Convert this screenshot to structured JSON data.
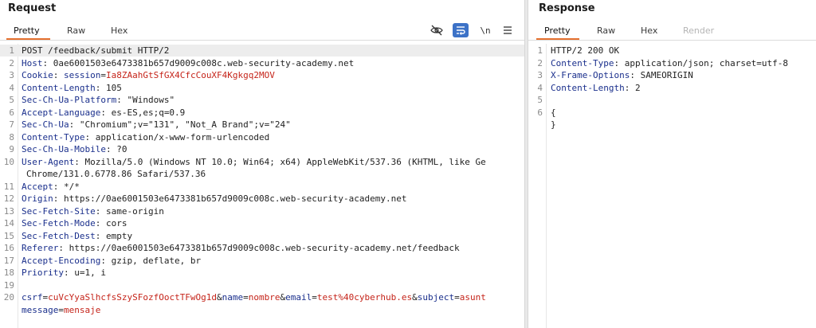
{
  "request": {
    "title": "Request",
    "tabs": [
      "Pretty",
      "Raw",
      "Hex"
    ],
    "active_tab": "Pretty",
    "toolbar": {
      "eye_icon": "eye-slash-icon",
      "wrap_icon": "word-wrap-icon",
      "newline_label": "\\n",
      "menu_icon": "hamburger-menu-icon"
    },
    "lines": [
      {
        "n": "1",
        "parts": [
          {
            "t": "POST /feedback/submit HTTP/2",
            "c": "v"
          }
        ]
      },
      {
        "n": "2",
        "parts": [
          {
            "t": "Host",
            "c": "k"
          },
          {
            "t": ": 0ae6001503e6473381b657d9009c008c.web-security-academy.net",
            "c": "v"
          }
        ]
      },
      {
        "n": "3",
        "parts": [
          {
            "t": "Cookie",
            "c": "k"
          },
          {
            "t": ": ",
            "c": "v"
          },
          {
            "t": "session",
            "c": "k"
          },
          {
            "t": "=",
            "c": "v"
          },
          {
            "t": "Ia8ZAahGtSfGX4CfcCouXF4Kgkgq2MOV",
            "c": "r"
          }
        ]
      },
      {
        "n": "4",
        "parts": [
          {
            "t": "Content-Length",
            "c": "k"
          },
          {
            "t": ": 105",
            "c": "v"
          }
        ]
      },
      {
        "n": "5",
        "parts": [
          {
            "t": "Sec-Ch-Ua-Platform",
            "c": "k"
          },
          {
            "t": ": \"Windows\"",
            "c": "v"
          }
        ]
      },
      {
        "n": "6",
        "parts": [
          {
            "t": "Accept-Language",
            "c": "k"
          },
          {
            "t": ": es-ES,es;q=0.9",
            "c": "v"
          }
        ]
      },
      {
        "n": "7",
        "parts": [
          {
            "t": "Sec-Ch-Ua",
            "c": "k"
          },
          {
            "t": ": \"Chromium\";v=\"131\", \"Not_A Brand\";v=\"24\"",
            "c": "v"
          }
        ]
      },
      {
        "n": "8",
        "parts": [
          {
            "t": "Content-Type",
            "c": "k"
          },
          {
            "t": ": application/x-www-form-urlencoded",
            "c": "v"
          }
        ]
      },
      {
        "n": "9",
        "parts": [
          {
            "t": "Sec-Ch-Ua-Mobile",
            "c": "k"
          },
          {
            "t": ": ?0",
            "c": "v"
          }
        ]
      },
      {
        "n": "10",
        "parts": [
          {
            "t": "User-Agent",
            "c": "k"
          },
          {
            "t": ": Mozilla/5.0 (Windows NT 10.0; Win64; x64) AppleWebKit/537.36 (KHTML, like Ge",
            "c": "v"
          }
        ]
      },
      {
        "n": "",
        "wrap": true,
        "parts": [
          {
            "t": "Chrome/131.0.6778.86 Safari/537.36",
            "c": "v"
          }
        ]
      },
      {
        "n": "11",
        "parts": [
          {
            "t": "Accept",
            "c": "k"
          },
          {
            "t": ": */*",
            "c": "v"
          }
        ]
      },
      {
        "n": "12",
        "parts": [
          {
            "t": "Origin",
            "c": "k"
          },
          {
            "t": ": https://0ae6001503e6473381b657d9009c008c.web-security-academy.net",
            "c": "v"
          }
        ]
      },
      {
        "n": "13",
        "parts": [
          {
            "t": "Sec-Fetch-Site",
            "c": "k"
          },
          {
            "t": ": same-origin",
            "c": "v"
          }
        ]
      },
      {
        "n": "14",
        "parts": [
          {
            "t": "Sec-Fetch-Mode",
            "c": "k"
          },
          {
            "t": ": cors",
            "c": "v"
          }
        ]
      },
      {
        "n": "15",
        "parts": [
          {
            "t": "Sec-Fetch-Dest",
            "c": "k"
          },
          {
            "t": ": empty",
            "c": "v"
          }
        ]
      },
      {
        "n": "16",
        "parts": [
          {
            "t": "Referer",
            "c": "k"
          },
          {
            "t": ": https://0ae6001503e6473381b657d9009c008c.web-security-academy.net/feedback",
            "c": "v"
          }
        ]
      },
      {
        "n": "17",
        "parts": [
          {
            "t": "Accept-Encoding",
            "c": "k"
          },
          {
            "t": ": gzip, deflate, br",
            "c": "v"
          }
        ]
      },
      {
        "n": "18",
        "parts": [
          {
            "t": "Priority",
            "c": "k"
          },
          {
            "t": ": u=1, i",
            "c": "v"
          }
        ]
      },
      {
        "n": "19",
        "parts": []
      },
      {
        "n": "20",
        "parts": [
          {
            "t": "csrf",
            "c": "k"
          },
          {
            "t": "=",
            "c": "v"
          },
          {
            "t": "cuVcYyaSlhcfsSzySFozfOoctTFwOg1d",
            "c": "r"
          },
          {
            "t": "&",
            "c": "v"
          },
          {
            "t": "name",
            "c": "k"
          },
          {
            "t": "=",
            "c": "v"
          },
          {
            "t": "nombre",
            "c": "r"
          },
          {
            "t": "&",
            "c": "v"
          },
          {
            "t": "email",
            "c": "k"
          },
          {
            "t": "=",
            "c": "v"
          },
          {
            "t": "test%40cyberhub.es",
            "c": "r"
          },
          {
            "t": "&",
            "c": "v"
          },
          {
            "t": "subject",
            "c": "k"
          },
          {
            "t": "=",
            "c": "v"
          },
          {
            "t": "asunt",
            "c": "r"
          }
        ]
      },
      {
        "n": "",
        "parts": [
          {
            "t": "message",
            "c": "k"
          },
          {
            "t": "=",
            "c": "v"
          },
          {
            "t": "mensaje",
            "c": "r"
          }
        ]
      }
    ]
  },
  "response": {
    "title": "Response",
    "tabs": [
      "Pretty",
      "Raw",
      "Hex",
      "Render"
    ],
    "active_tab": "Pretty",
    "lines": [
      {
        "n": "1",
        "parts": [
          {
            "t": "HTTP/2 200 OK",
            "c": "v"
          }
        ]
      },
      {
        "n": "2",
        "parts": [
          {
            "t": "Content-Type",
            "c": "k"
          },
          {
            "t": ": application/json; charset=utf-8",
            "c": "v"
          }
        ]
      },
      {
        "n": "3",
        "parts": [
          {
            "t": "X-Frame-Options",
            "c": "k"
          },
          {
            "t": ": SAMEORIGIN",
            "c": "v"
          }
        ]
      },
      {
        "n": "4",
        "parts": [
          {
            "t": "Content-Length",
            "c": "k"
          },
          {
            "t": ": 2",
            "c": "v"
          }
        ]
      },
      {
        "n": "5",
        "parts": []
      },
      {
        "n": "6",
        "parts": [
          {
            "t": "{",
            "c": "v"
          }
        ]
      },
      {
        "n": "",
        "parts": [
          {
            "t": "}",
            "c": "v"
          }
        ]
      }
    ]
  }
}
